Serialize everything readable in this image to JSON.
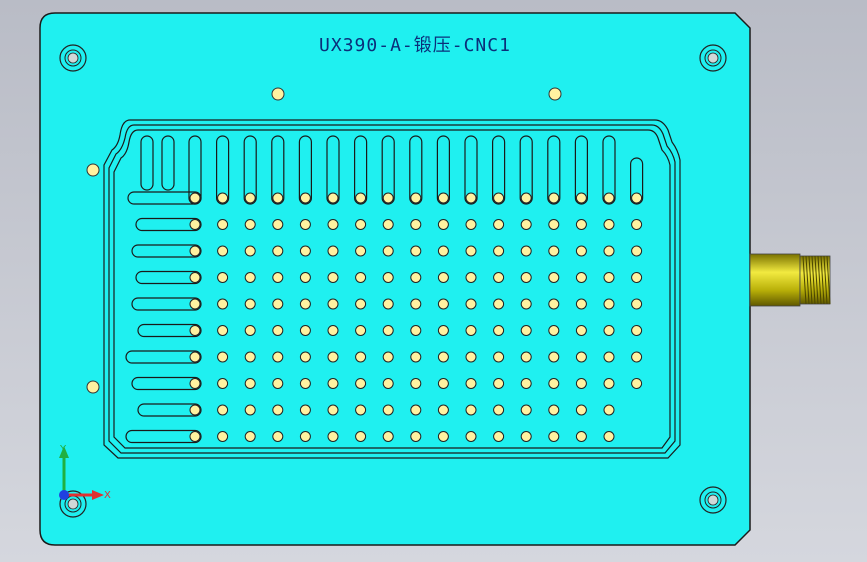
{
  "part": {
    "title": "UX390-A-锻压-CNC1",
    "plate_color": "#1ff0f0",
    "edge_color": "#1a1a1a",
    "hole_fill_color": "#fff2a0",
    "fitting_color": "#c9c10a"
  },
  "grid": {
    "columns": 17,
    "rows": 10,
    "left_channel_rows": 10,
    "top_slot_count": 17
  },
  "triad": {
    "x_label": "X",
    "y_label": "Y",
    "x_color": "#e03030",
    "y_color": "#20b040",
    "z_color": "#2040e0"
  }
}
